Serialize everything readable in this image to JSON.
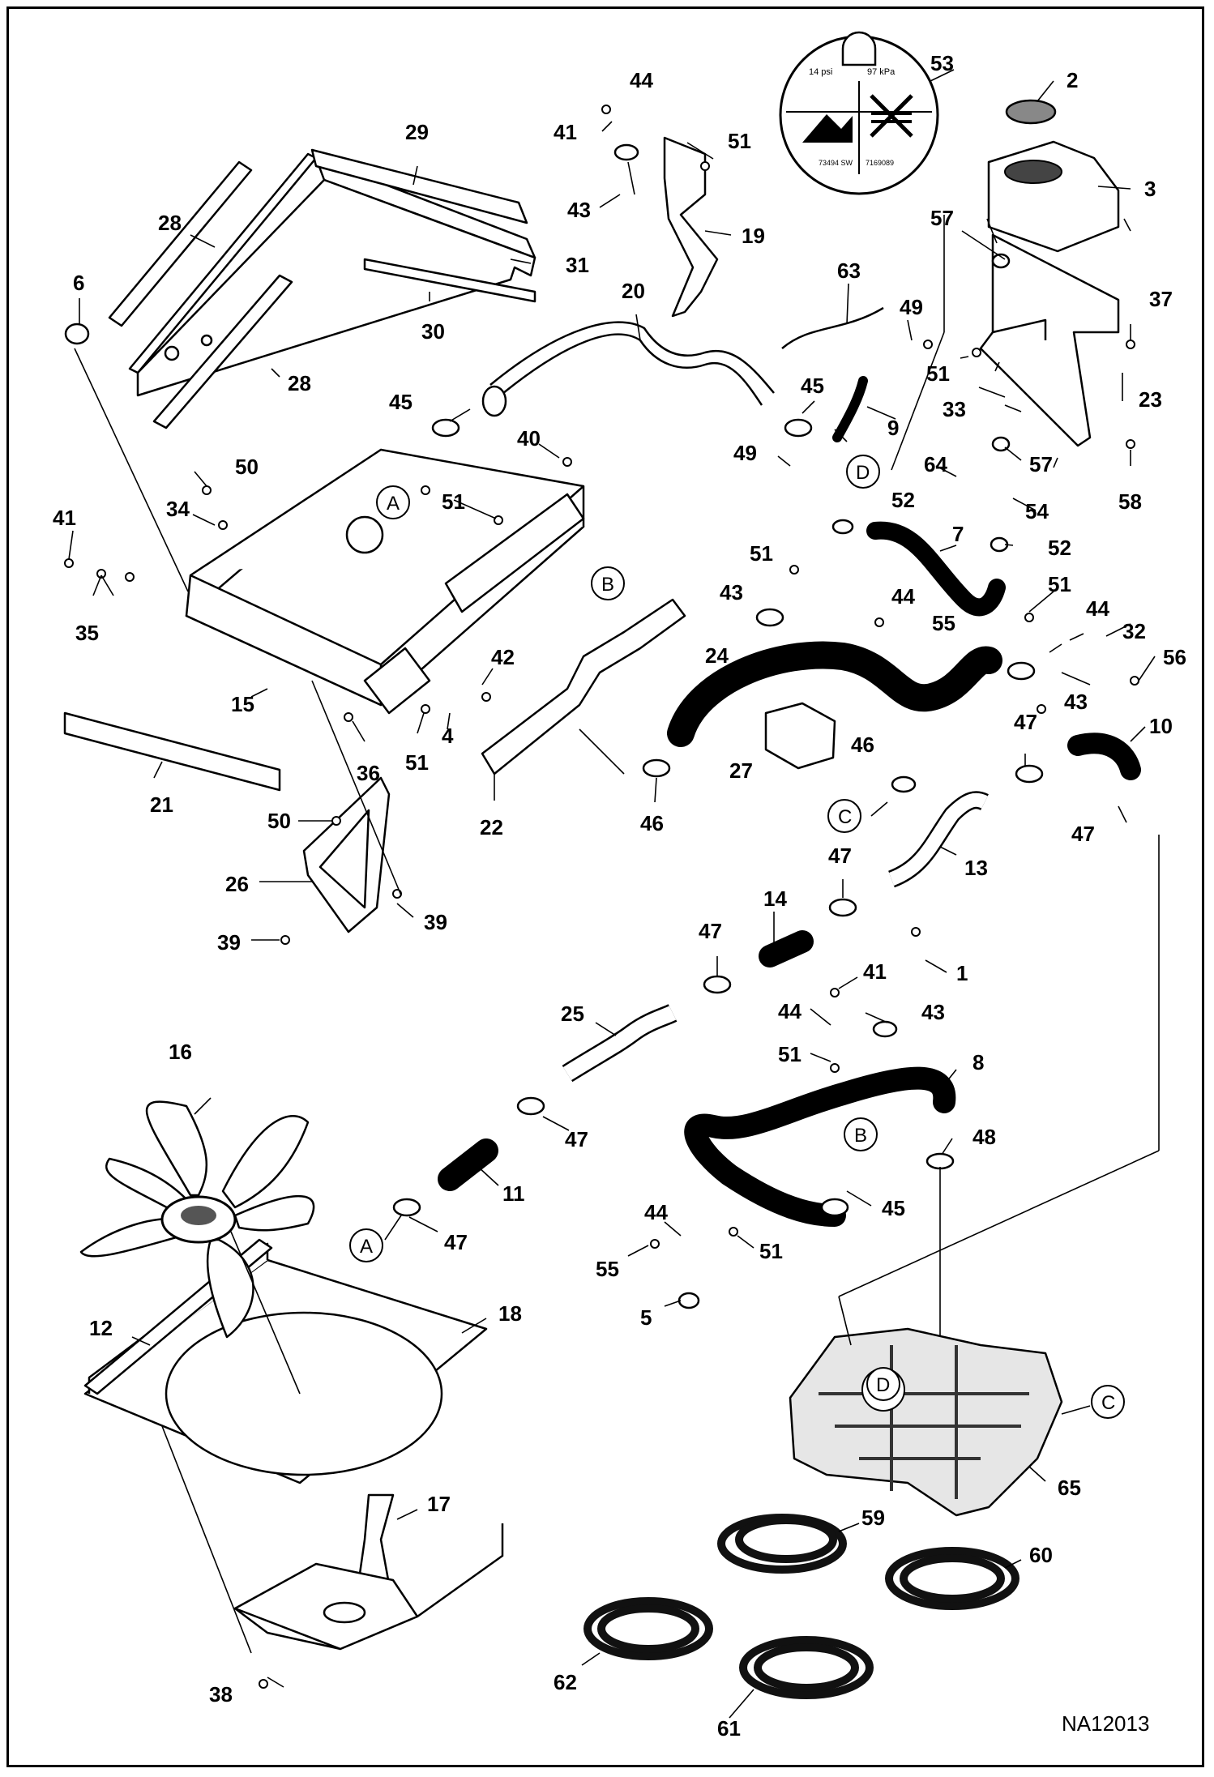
{
  "diagram": {
    "drawing_code": "NA12013",
    "decal": {
      "pressure_psi": "14 psi",
      "pressure_kpa": "97 kPa",
      "part_a": "73494 SW",
      "part_b": "7169089"
    },
    "callouts": [
      "1",
      "2",
      "3",
      "4",
      "5",
      "6",
      "7",
      "8",
      "9",
      "10",
      "11",
      "12",
      "13",
      "14",
      "15",
      "16",
      "17",
      "18",
      "19",
      "20",
      "21",
      "22",
      "23",
      "24",
      "25",
      "26",
      "27",
      "28",
      "29",
      "30",
      "31",
      "32",
      "33",
      "34",
      "35",
      "36",
      "37",
      "38",
      "39",
      "40",
      "41",
      "42",
      "43",
      "44",
      "45",
      "46",
      "47",
      "48",
      "49",
      "50",
      "51",
      "52",
      "53",
      "54",
      "55",
      "56",
      "57",
      "58",
      "59",
      "60",
      "61",
      "62",
      "63",
      "64",
      "65"
    ],
    "references": [
      "A",
      "B",
      "C",
      "D"
    ]
  }
}
